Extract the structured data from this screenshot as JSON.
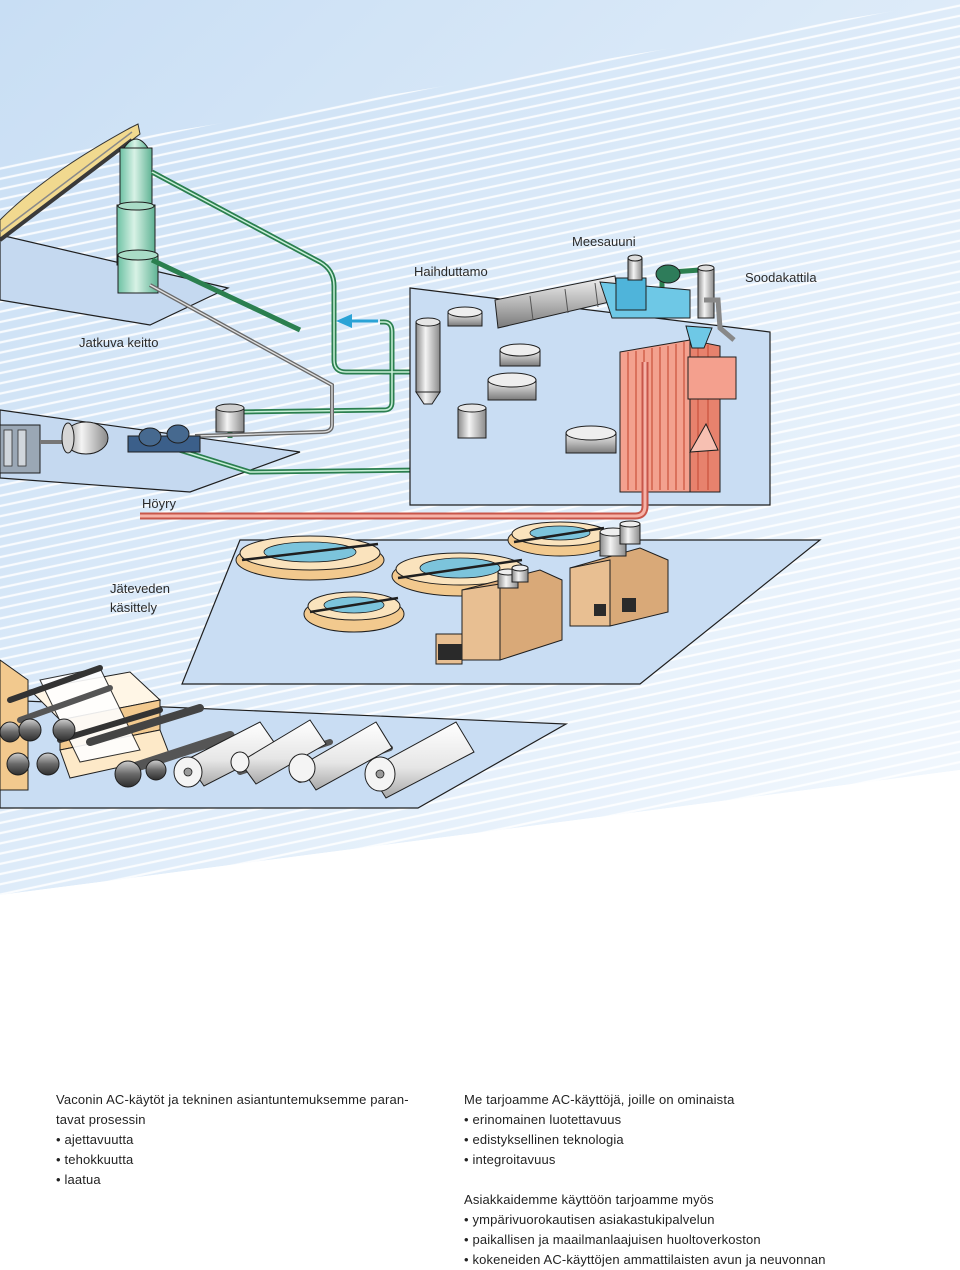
{
  "labels": {
    "keitto": "Jatkuva keitto",
    "haihduttamo": "Haihduttamo",
    "meesauuni": "Meesauuni",
    "soodakattila": "Soodakattila",
    "hoyry": "Höyry",
    "jatevesi_1": "Jäteveden",
    "jatevesi_2": "käsittely"
  },
  "text_left": {
    "line1": "Vaconin AC-käytöt ja tekninen asiantuntemuksemme paran-",
    "line2": "tavat prosessin",
    "bullets": [
      "ajettavuutta",
      "tehokkuutta",
      "laatua"
    ]
  },
  "text_right": {
    "intro": "Me tarjoamme AC-käyttöjä, joille on ominaista",
    "bullets": [
      "erinomainen luotettavuus",
      "edistyksellinen teknologia",
      "integroitavuus"
    ],
    "intro2": "Asiakkaidemme käyttöön tarjoamme myös",
    "bullets2": [
      "ympärivuorokautisen asiakastukipalvelun",
      "paikallisen ja maailmanlaajuisen huoltoverkoston",
      "kokeneiden AC-käyttöjen ammattilaisten avun ja neuvonnan"
    ]
  },
  "colors": {
    "sky": "#d6e8f8",
    "platform": "#c9dcf2",
    "pipe_green": "#2e8a57",
    "steam": "#e8786b",
    "boiler": "#f4a08e",
    "tank_blue": "#74c9e8",
    "wood": "#f2c98e",
    "arrow": "#2aa3d6"
  }
}
